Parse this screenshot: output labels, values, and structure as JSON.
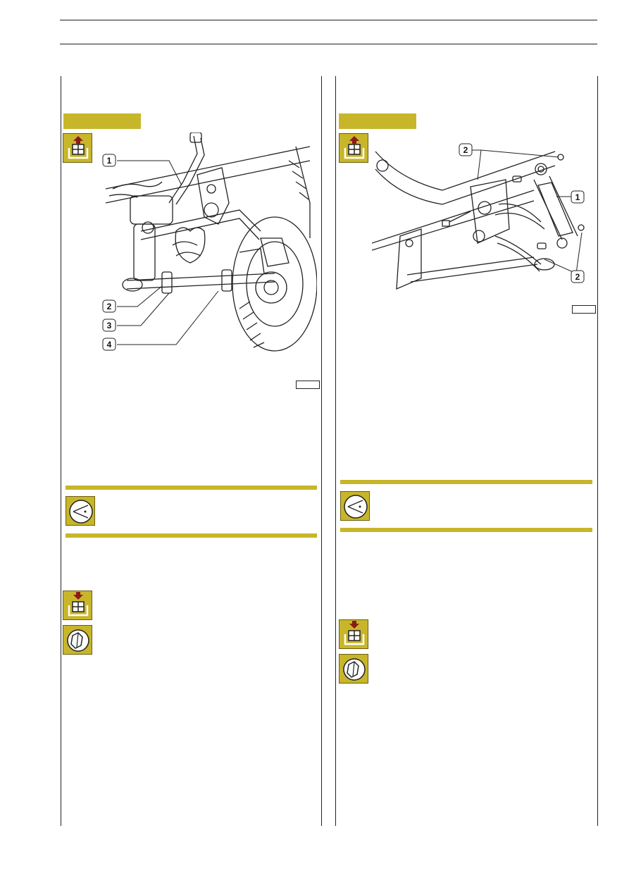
{
  "page": {
    "header_rule": "",
    "left_column": {
      "figure_label": "",
      "callouts": [
        "1",
        "2",
        "3",
        "4"
      ]
    },
    "right_column": {
      "figure_label": "",
      "callouts": [
        "2",
        "1",
        "2"
      ]
    }
  },
  "icons": {
    "remove": "remove-icon",
    "caution": "caution-eye-icon",
    "refit": "refit-icon",
    "tighten": "tightening-torque-icon"
  },
  "colors": {
    "accent": "#c8b62a",
    "icon_arrow": "#8b1a1a",
    "ink": "#222222"
  }
}
